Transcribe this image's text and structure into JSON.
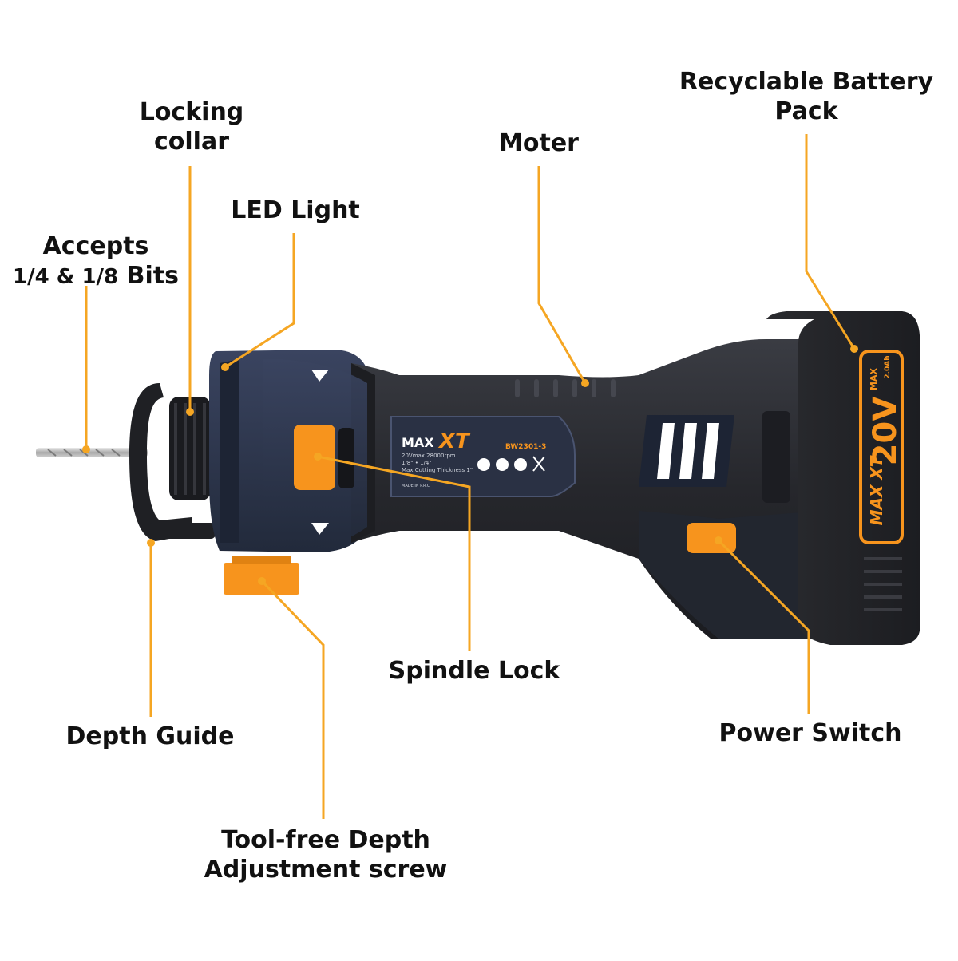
{
  "labels": {
    "locking_collar": [
      "Locking",
      "collar"
    ],
    "led_light": "LED Light",
    "accepts_bits": [
      "Accepts",
      "1/4 & 1/8",
      "Bits"
    ],
    "moter": "Moter",
    "battery_pack": [
      "Recyclable Battery",
      "Pack"
    ],
    "spindle_lock": "Spindle Lock",
    "depth_guide": "Depth Guide",
    "power_switch": "Power Switch",
    "depth_adjust": [
      "Tool-free Depth",
      "Adjustment screw"
    ]
  },
  "product": {
    "brand_max": "MAX",
    "brand_xt": "XT",
    "model": "BW2301-3",
    "spec_line1": "20Vmax  28000rpm",
    "spec_line2": "1/8\" • 1/4\"",
    "spec_line3": "Max Cutting Thickness 1\"",
    "made_in": "MADE IN P.R.C",
    "battery_voltage": "20V",
    "battery_max": "MAX",
    "battery_capacity": "2.0Ah",
    "battery_brand": "MAX XT"
  },
  "colors": {
    "accent": "#f7941d",
    "leader": "#f5a623",
    "body_dark": "#2b2d33",
    "body_blue": "#2a3246",
    "text": "#111111"
  }
}
